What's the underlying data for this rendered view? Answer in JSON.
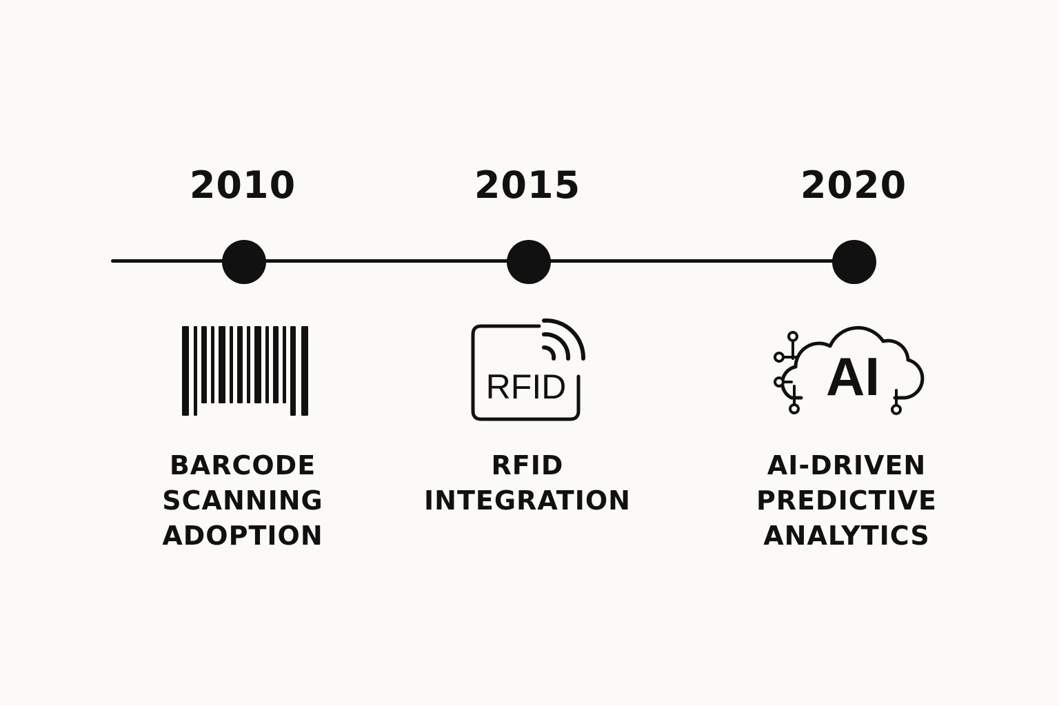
{
  "milestones": [
    {
      "year": "2010",
      "icon": "barcode-icon",
      "label_lines": [
        "BARCODE",
        "SCANNING",
        "ADOPTION"
      ]
    },
    {
      "year": "2015",
      "icon": "rfid-tag-icon",
      "icon_text": "RFID",
      "label_lines": [
        "RFID",
        "INTEGRATION"
      ]
    },
    {
      "year": "2020",
      "icon": "ai-cloud-icon",
      "icon_text": "AI",
      "label_lines": [
        "AI-DRIVEN",
        "PREDICTIVE",
        "ANALYTICS"
      ]
    }
  ],
  "colors": {
    "background": "#fbfaf6",
    "ink": "#111111"
  }
}
